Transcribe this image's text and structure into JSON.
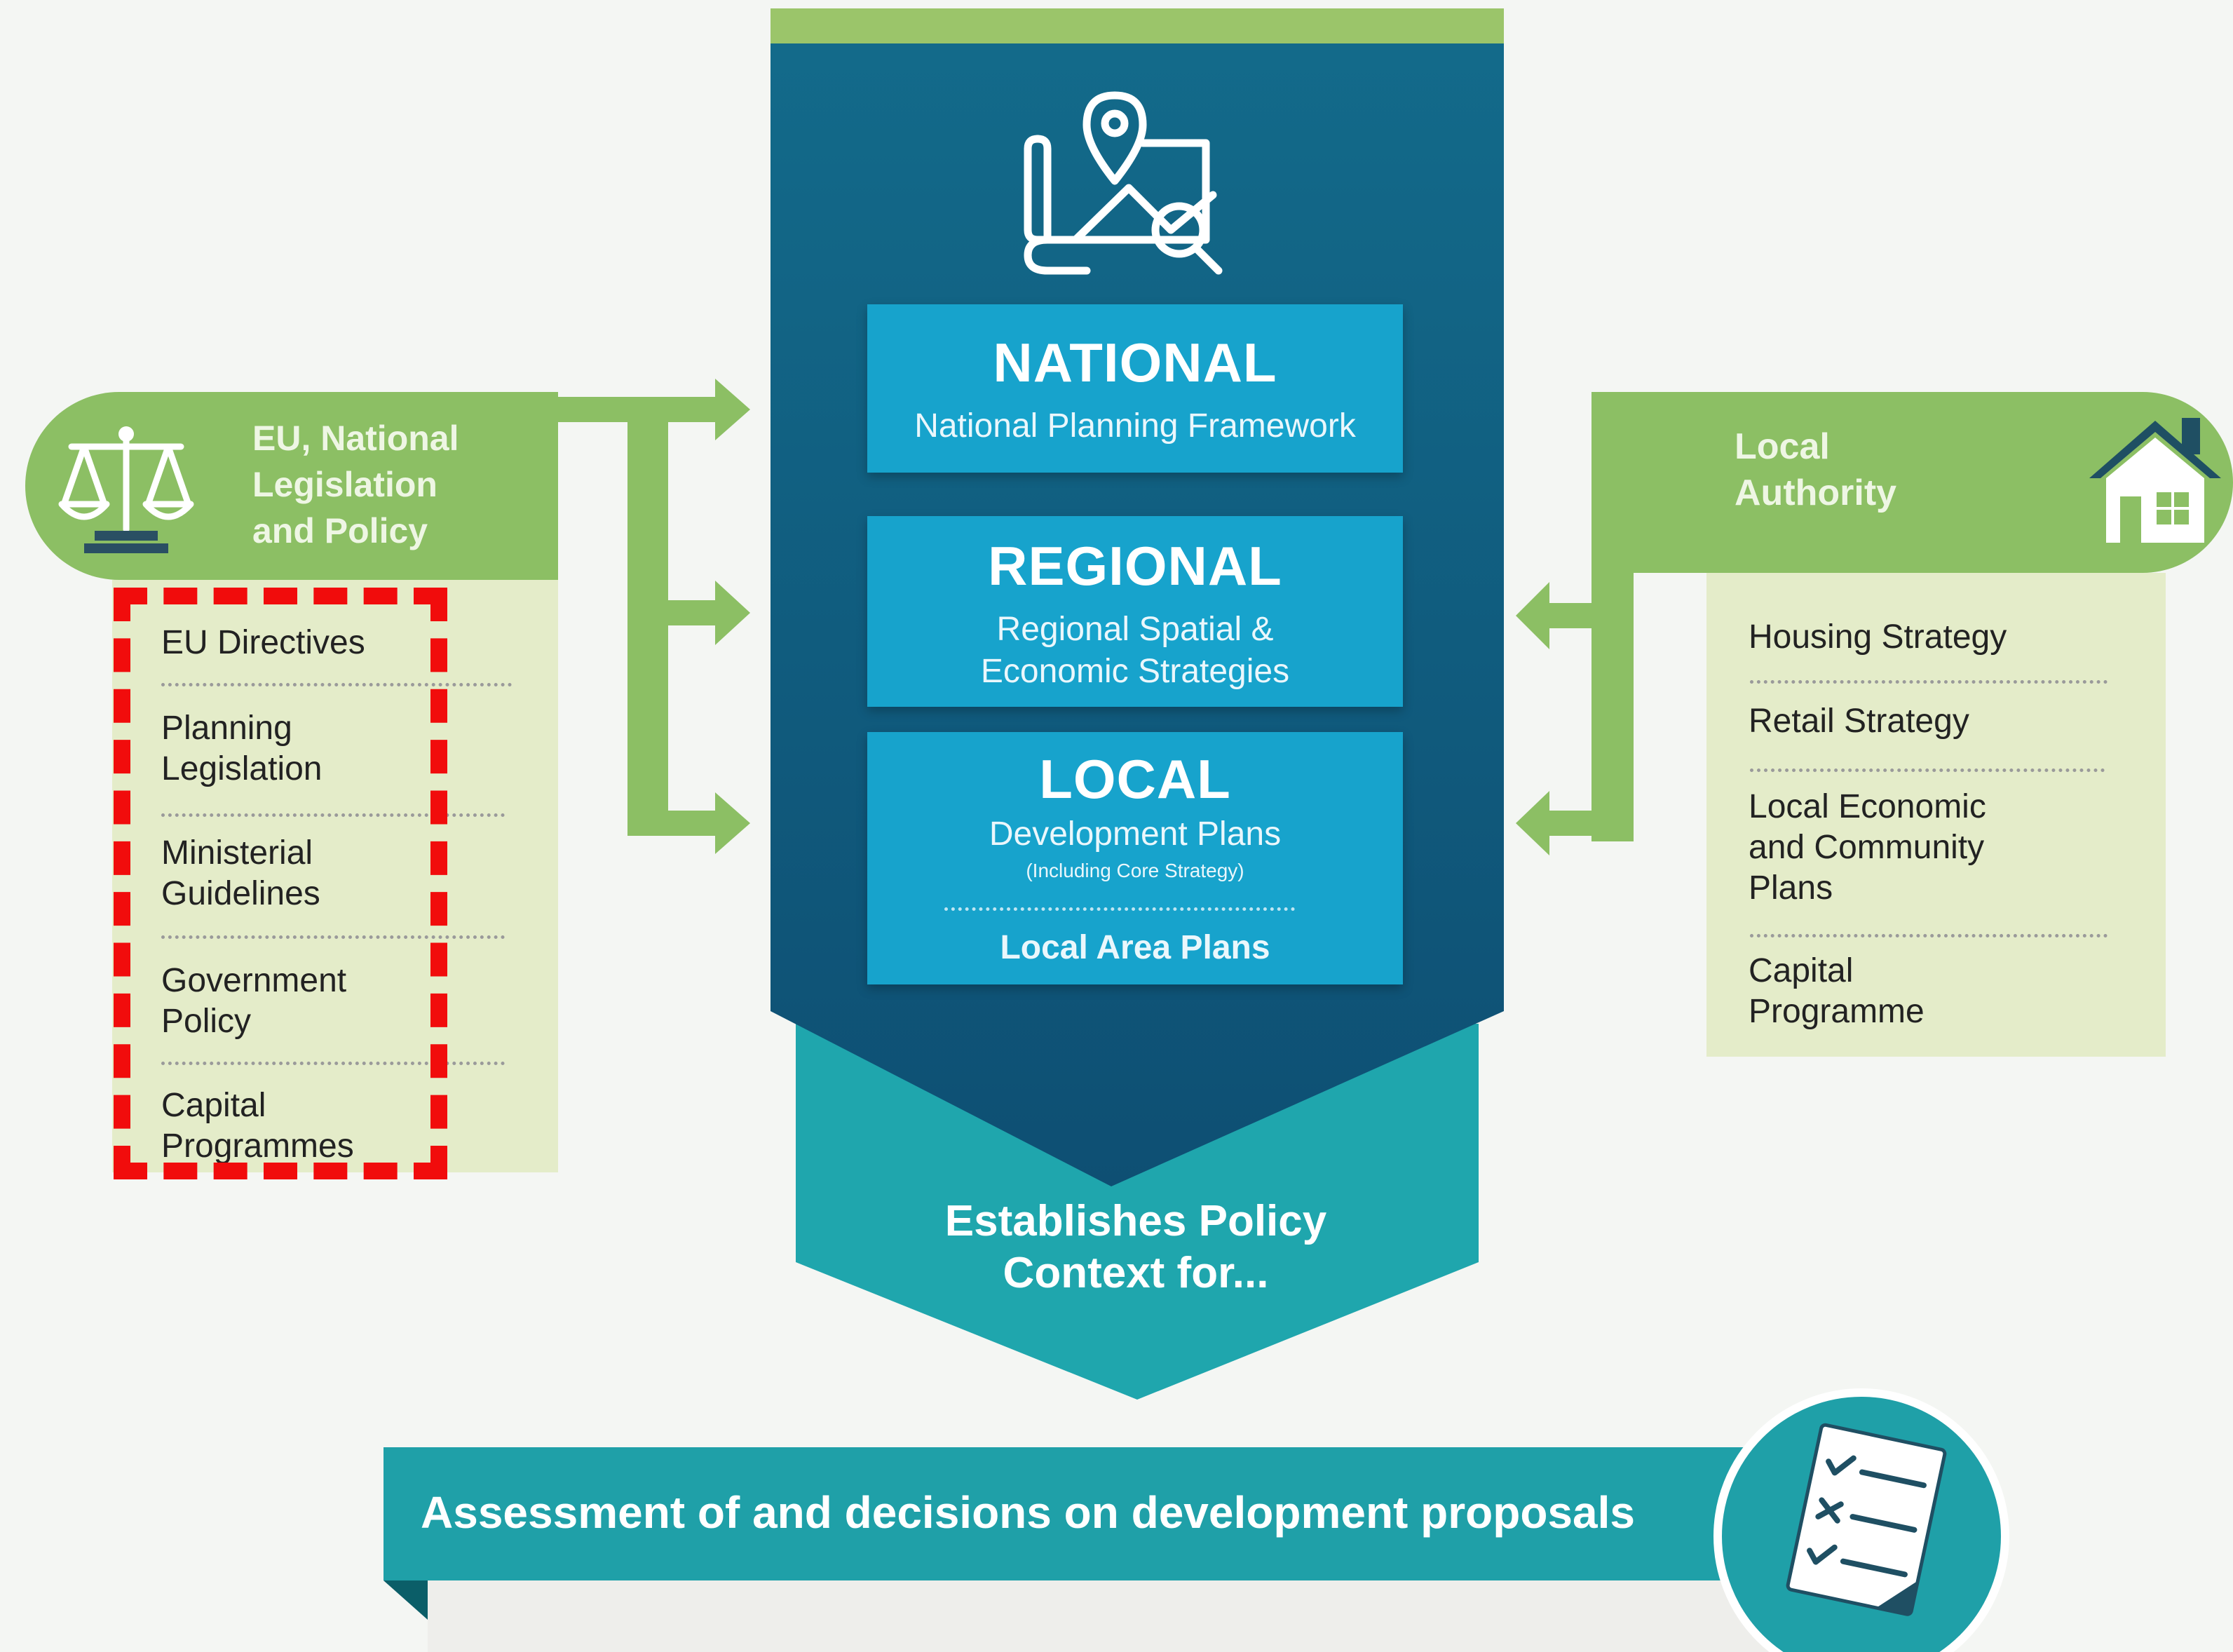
{
  "left": {
    "header": "EU, National\nLegislation\nand Policy",
    "items": [
      "EU Directives",
      "Planning\nLegislation",
      "Ministerial\nGuidelines",
      "Government\nPolicy",
      "Capital\nProgrammes"
    ]
  },
  "center": {
    "levels": [
      {
        "title": "NATIONAL",
        "subtitle": "National Planning Framework"
      },
      {
        "title": "REGIONAL",
        "subtitle": "Regional Spatial &\nEconomic Strategies"
      },
      {
        "title": "LOCAL",
        "subtitle": "Development Plans",
        "note": "(Including Core Strategy)",
        "extra": "Local Area Plans"
      }
    ],
    "establishes": "Establishes Policy\nContext for..."
  },
  "right": {
    "header": "Local\nAuthority",
    "items": [
      "Housing Strategy",
      "Retail Strategy",
      "Local Economic\nand Community\nPlans",
      "Capital\nProgramme"
    ]
  },
  "bottom": {
    "text": "Assessment of and decisions on development proposals"
  },
  "colors": {
    "green": "#8cbf64",
    "light_green": "#e4ecc9",
    "navy": "#0f6a88",
    "blue_box": "#17a3cc",
    "teal": "#1fa0a8",
    "highlight_red": "#f10c0c"
  },
  "icons": [
    "scales-icon",
    "map-pin-search-icon",
    "house-icon",
    "checklist-icon"
  ]
}
